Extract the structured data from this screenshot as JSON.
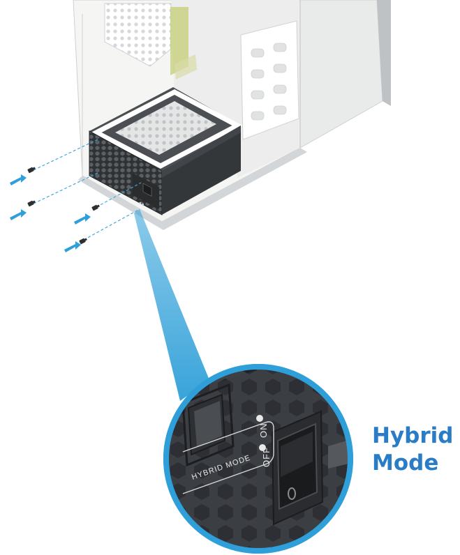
{
  "callout": {
    "line1": "Hybrid",
    "line2": "Mode",
    "color": "#2a7cc7"
  },
  "switch_labels": {
    "on": "ON",
    "off": "OFF",
    "mode": "HYBRID MODE"
  },
  "colors": {
    "accent_blue": "#2e9fd8",
    "case_white": "#f4f4f3",
    "psu_dark": "#3a3d40",
    "psu_mid": "#55595c"
  },
  "icons": [
    "screw-icon",
    "arrow-icon",
    "dashed-guide-line",
    "rocker-switch",
    "hybrid-mode-button"
  ]
}
